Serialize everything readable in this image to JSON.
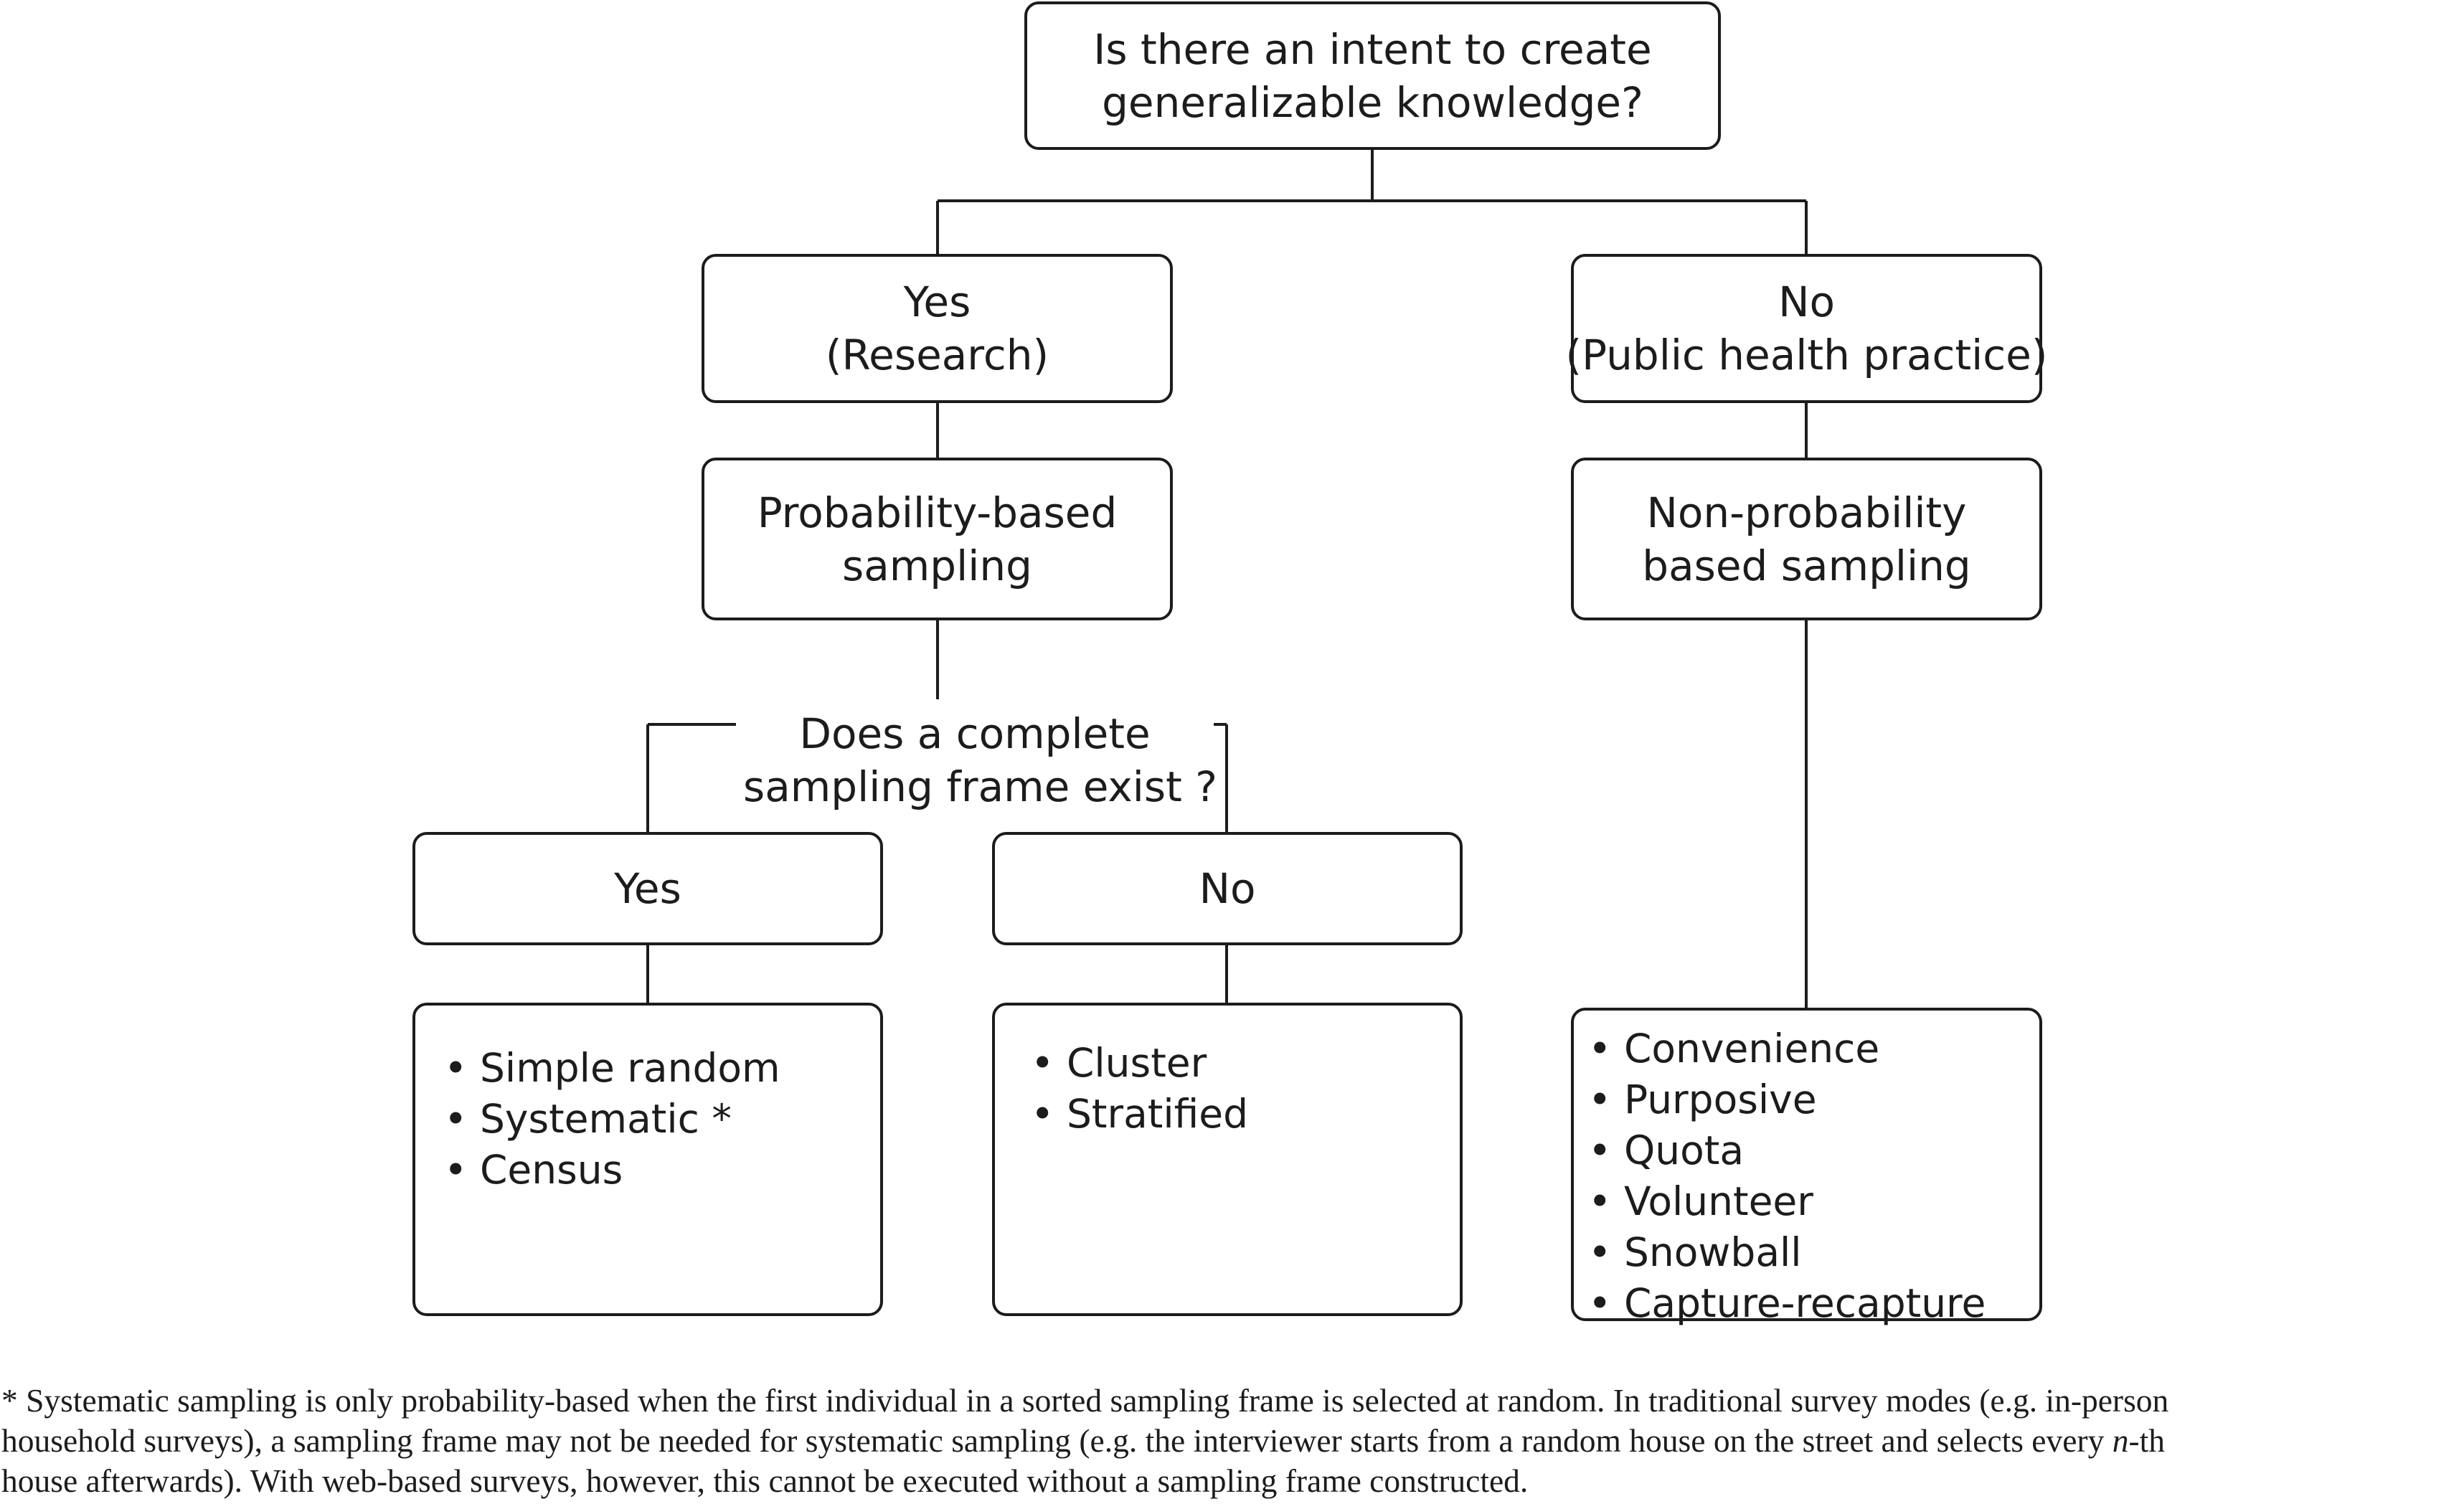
{
  "root": {
    "lines": [
      "Is there an intent to create",
      "generalizable knowledge?"
    ]
  },
  "research": {
    "lines": [
      "Yes",
      "(Research)"
    ]
  },
  "practice": {
    "lines": [
      "No",
      "(Public health practice)"
    ]
  },
  "probability": {
    "lines": [
      "Probability-based",
      "sampling"
    ]
  },
  "nonprobability": {
    "lines": [
      "Non-probability",
      "based sampling"
    ]
  },
  "frame_question": {
    "lines": [
      "Does a complete",
      "sampling frame exist ?"
    ]
  },
  "frame_yes": {
    "label": "Yes"
  },
  "frame_no": {
    "label": "No"
  },
  "methods_frame_yes": {
    "items": [
      "Simple random",
      "Systematic *",
      "Census"
    ]
  },
  "methods_frame_no": {
    "items": [
      "Cluster",
      "Stratified"
    ]
  },
  "methods_nonprobability": {
    "items": [
      "Convenience",
      "Purposive",
      "Quota",
      "Volunteer",
      "Snowball",
      "Capture-recapture"
    ]
  },
  "bullet": "•",
  "footnote": {
    "line1": "* Systematic sampling is only probability-based when the first individual in a sorted sampling frame is selected at random.  In traditional survey modes (e.g. in-person",
    "line2_pre": "household surveys), a sampling frame may not be needed for systematic sampling (e.g. the interviewer starts from a random house on the street and selects every ",
    "line2_em": "n",
    "line2_post": "-th",
    "line3": "house afterwards). With web-based surveys, however, this cannot be executed without a sampling frame constructed."
  }
}
